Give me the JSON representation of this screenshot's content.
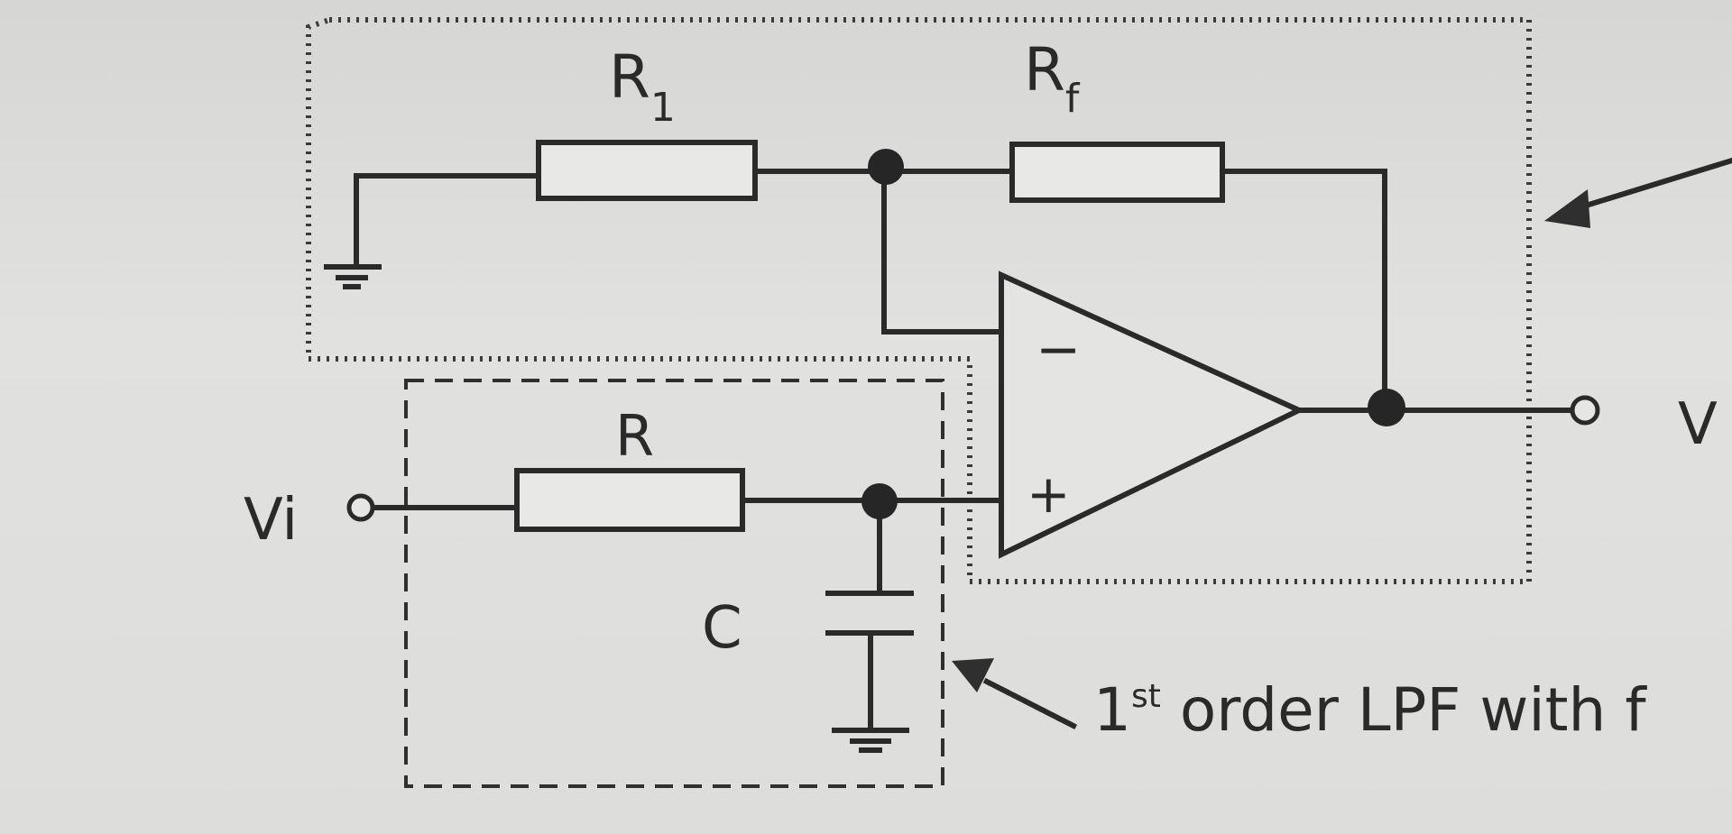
{
  "labels": {
    "r1_main": "R",
    "r1_sub": "1",
    "rf_main": "R",
    "rf_sub": "f",
    "r": "R",
    "c": "C",
    "vi": "Vi",
    "vo_partial": "V",
    "minus": "−",
    "plus": "+"
  },
  "annotation": {
    "number": "1",
    "superscript": "st",
    "text": " order LPF with f"
  }
}
